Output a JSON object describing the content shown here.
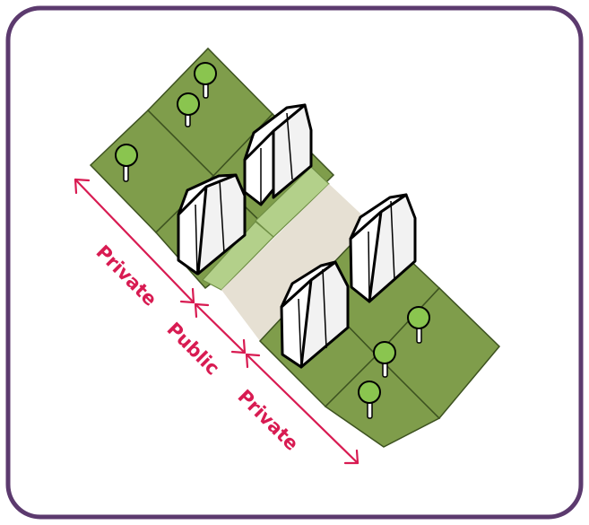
{
  "diagram": {
    "zones": {
      "private_left": "Private",
      "public": "Public",
      "private_right": "Private"
    },
    "colors": {
      "frame": "#5c3a6e",
      "label": "#d81b52",
      "lot_fill": "#7f9d4b",
      "frontage_strip": "#b3d08a",
      "street": "#e6e0d3",
      "tree_canopy": "#8ac54f"
    },
    "counts": {
      "houses": 4,
      "trees": 6
    }
  }
}
